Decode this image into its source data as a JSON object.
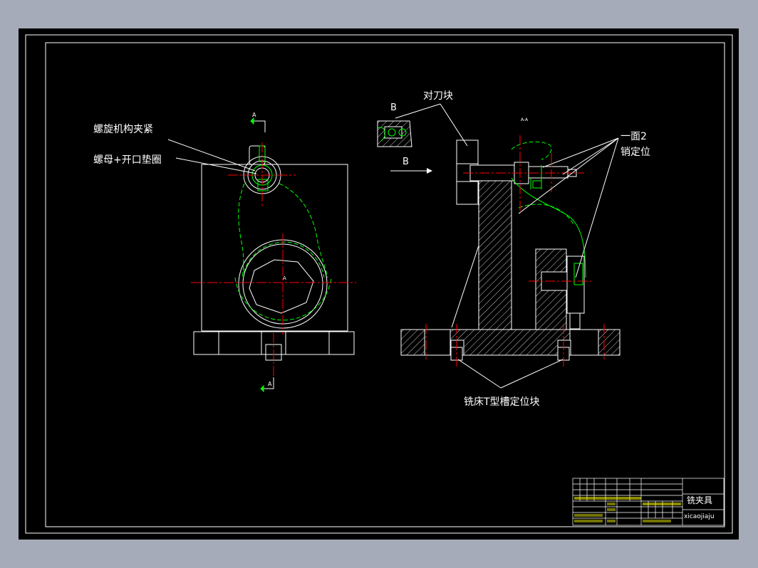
{
  "colors": {
    "desktop": "#a5abb8",
    "canvas": "#000000",
    "line": "#ffffff",
    "center_line": "#ff0000",
    "part_line": "#00ff00",
    "hatch": "#ffffff"
  },
  "annotations": {
    "spiral_clamp": "螺旋机构夹紧",
    "nut_washer": "螺母+开口垫圈",
    "tool_setting_block": "对刀块",
    "one_face_two_pins_l1": "一面2",
    "one_face_two_pins_l2": "销定位",
    "t_slot_key": "铣床T型槽定位块"
  },
  "view_labels": {
    "section_top": "A",
    "section_bottom": "A",
    "center_mark": "A",
    "section_view": "A-A",
    "view_b_label": "B",
    "view_b_arrow": "B"
  },
  "title_block": {
    "drawing_name": "铣夹具",
    "drawing_code": "xicaojiaju"
  }
}
